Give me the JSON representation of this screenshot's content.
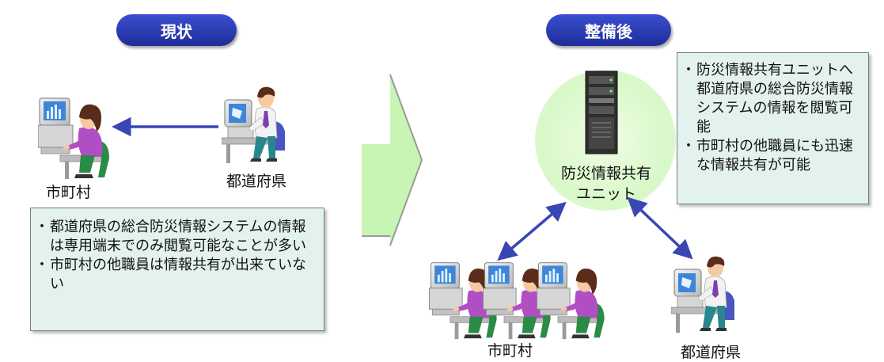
{
  "left": {
    "title": "現状",
    "municipality_label": "市町村",
    "prefecture_label": "都道府県",
    "notes": [
      "都道府県の総合防災情報システムの情報は専用端末でのみ閲覧可能なことが多い",
      "市町村の他職員は情報共有が出来ていない"
    ]
  },
  "right": {
    "title": "整備後",
    "unit_label_line1": "防災情報共有",
    "unit_label_line2": "ユニット",
    "municipality_label": "市町村",
    "prefecture_label": "都道府県",
    "notes": [
      "防災情報共有ユニットへ都道府県の総合防災情報システムの情報を閲覧可能",
      "市町村の他職員にも迅速な情報共有が可能"
    ]
  },
  "colors": {
    "title_pill": "#2436b0",
    "connector": "#3a46b4",
    "note_box": "#e3f2ef",
    "glow": "#d8f8c8",
    "transition_arrow": "#c6f5b4"
  },
  "icons": {
    "left_municipality": "woman-at-computer-icon",
    "left_prefecture": "man-at-computer-icon",
    "server": "server-rack-icon",
    "right_municipality": "woman-at-computer-icon",
    "right_prefecture": "man-at-computer-icon"
  }
}
